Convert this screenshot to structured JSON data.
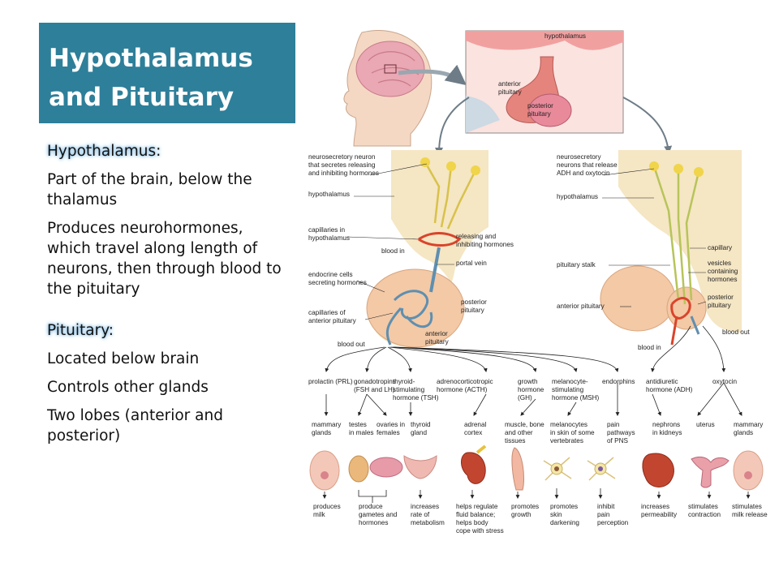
{
  "title": {
    "line1": "Hypothalamus",
    "line2": "and Pituitary"
  },
  "hypothalamus": {
    "heading": "Hypothalamus:",
    "points": [
      "Part of the brain, below the thalamus",
      "Produces neurohormones, which travel along length of neurons, then through blood to the pituitary"
    ]
  },
  "pituitary": {
    "heading": "Pituitary:",
    "points": [
      "Located below brain",
      "Controls other glands",
      "Two lobes (anterior and posterior)"
    ]
  },
  "diagram": {
    "inset": {
      "hypothalamus": "hypothalamus",
      "anterior_1": "anterior",
      "anterior_2": "pituitary",
      "posterior_1": "posterior",
      "posterior_2": "pituitary"
    },
    "left_labels": {
      "neuron_1": "neurosecretory neuron",
      "neuron_2": "that secretes releasing",
      "neuron_3": "and inhibiting hormones",
      "hypothalamus": "hypothalamus",
      "capillaries_1": "capillaries in",
      "capillaries_2": "hypothalamus",
      "blood_in": "blood in",
      "releasing_1": "releasing and",
      "releasing_2": "inhibiting hormones",
      "portal_vein": "portal vein",
      "endocrine_1": "endocrine cells",
      "endocrine_2": "secreting hormones",
      "capant_1": "capillaries of",
      "capant_2": "anterior pituitary",
      "posterior_1": "posterior",
      "posterior_2": "pituitary",
      "blood_out": "blood out",
      "anterior_1": "anterior",
      "anterior_2": "pituitary"
    },
    "right_labels": {
      "neuron_1": "neurosecretory",
      "neuron_2": "neurons that release",
      "neuron_3": "ADH and oxytocin",
      "hypothalamus": "hypothalamus",
      "capillary": "capillary",
      "stalk": "pituitary stalk",
      "vesicles_1": "vesicles",
      "vesicles_2": "containing",
      "vesicles_3": "hormones",
      "anterior": "anterior pituitary",
      "posterior_1": "posterior",
      "posterior_2": "pituitary",
      "blood_out": "blood out",
      "blood_in": "blood in"
    },
    "hormones": [
      {
        "l1": "prolactin (PRL)",
        "l2": "",
        "l3": ""
      },
      {
        "l1": "gonadotropins",
        "l2": "(FSH and LH)",
        "l3": ""
      },
      {
        "l1": "thyroid-",
        "l2": "stimulating",
        "l3": "hormone (TSH)"
      },
      {
        "l1": "adrenocorticotropic",
        "l2": "hormone (ACTH)",
        "l3": ""
      },
      {
        "l1": "growth",
        "l2": "hormone",
        "l3": "(GH)"
      },
      {
        "l1": "melanocyte-",
        "l2": "stimulating",
        "l3": "hormone (MSH)"
      },
      {
        "l1": "endorphins",
        "l2": "",
        "l3": ""
      },
      {
        "l1": "antidiuretic",
        "l2": "hormone (ADH)",
        "l3": ""
      },
      {
        "l1": "oxytocin",
        "l2": "",
        "l3": ""
      }
    ],
    "targets": [
      {
        "l1": "mammary",
        "l2": "glands",
        "l3": "",
        "l4": ""
      },
      {
        "l1": "testes",
        "l2": "in males",
        "l3": "",
        "l4": ""
      },
      {
        "l1": "ovaries in",
        "l2": "females",
        "l3": "",
        "l4": ""
      },
      {
        "l1": "thyroid",
        "l2": "gland",
        "l3": "",
        "l4": ""
      },
      {
        "l1": "adrenal",
        "l2": "cortex",
        "l3": "",
        "l4": ""
      },
      {
        "l1": "muscle, bone",
        "l2": "and other",
        "l3": "tissues",
        "l4": ""
      },
      {
        "l1": "melanocytes",
        "l2": "in skin of some",
        "l3": "vertebrates",
        "l4": ""
      },
      {
        "l1": "pain",
        "l2": "pathways",
        "l3": "of PNS",
        "l4": ""
      },
      {
        "l1": "nephrons",
        "l2": "in kidneys",
        "l3": "",
        "l4": ""
      },
      {
        "l1": "uterus",
        "l2": "",
        "l3": "",
        "l4": ""
      },
      {
        "l1": "mammary",
        "l2": "glands",
        "l3": "",
        "l4": ""
      }
    ],
    "effects": [
      {
        "l1": "produces",
        "l2": "milk",
        "l3": "",
        "l4": ""
      },
      {
        "l1": "produce",
        "l2": "gametes and",
        "l3": "hormones",
        "l4": ""
      },
      {
        "l1": "increases",
        "l2": "rate of",
        "l3": "metabolism",
        "l4": ""
      },
      {
        "l1": "helps regulate",
        "l2": "fluid balance;",
        "l3": "helps body",
        "l4": "cope with stress"
      },
      {
        "l1": "promotes",
        "l2": "growth",
        "l3": "",
        "l4": ""
      },
      {
        "l1": "promotes",
        "l2": "skin",
        "l3": "darkening",
        "l4": ""
      },
      {
        "l1": "inhibit",
        "l2": "pain",
        "l3": "perception",
        "l4": ""
      },
      {
        "l1": "increases",
        "l2": "permeability",
        "l3": "",
        "l4": ""
      },
      {
        "l1": "stimulates",
        "l2": "contraction",
        "l3": "",
        "l4": ""
      },
      {
        "l1": "stimulates",
        "l2": "milk release",
        "l3": "",
        "l4": ""
      }
    ],
    "colors": {
      "title_bg": "#2e7f99",
      "heading_glow": "#8fc3e6",
      "hypothalamus_tissue": "#f5e6c4",
      "pituitary": "#f3c9a6",
      "artery": "#d9442b",
      "vein": "#5f8fb0",
      "neuron": "#f0d44a"
    }
  }
}
